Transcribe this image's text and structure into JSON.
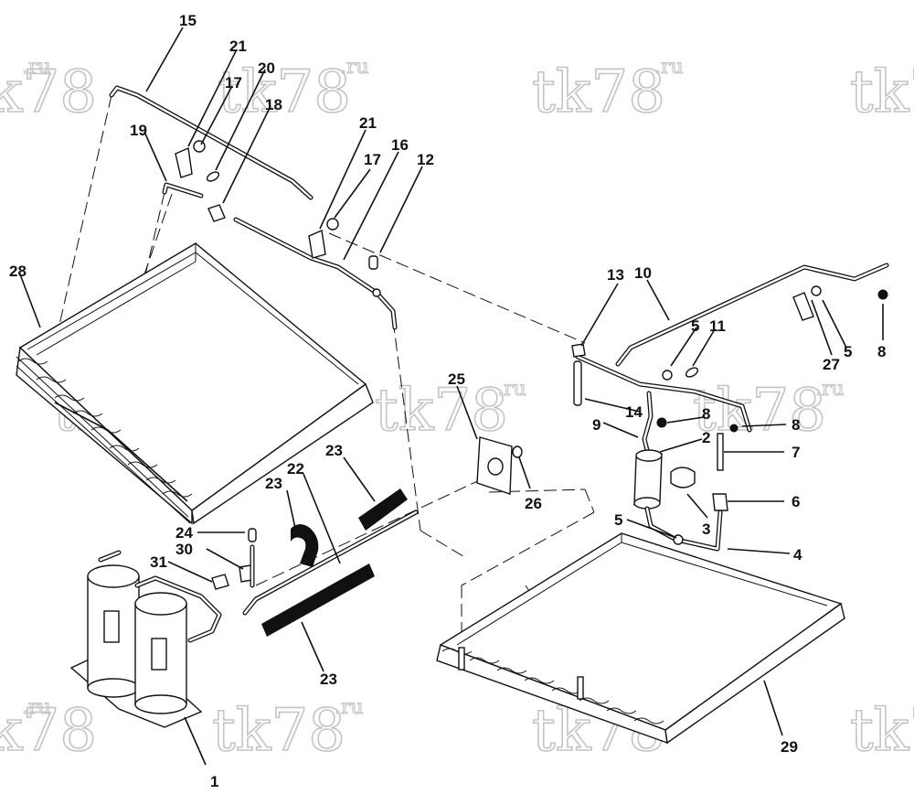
{
  "watermark": {
    "text": "tk78",
    "suffix": ".ru"
  },
  "callouts": [
    {
      "id": "c15",
      "text": "15"
    },
    {
      "id": "c21a",
      "text": "21"
    },
    {
      "id": "c20",
      "text": "20"
    },
    {
      "id": "c17a",
      "text": "17"
    },
    {
      "id": "c18",
      "text": "18"
    },
    {
      "id": "c19",
      "text": "19"
    },
    {
      "id": "c21b",
      "text": "21"
    },
    {
      "id": "c16",
      "text": "16"
    },
    {
      "id": "c17b",
      "text": "17"
    },
    {
      "id": "c12",
      "text": "12"
    },
    {
      "id": "c28",
      "text": "28"
    },
    {
      "id": "c13",
      "text": "13"
    },
    {
      "id": "c10",
      "text": "10"
    },
    {
      "id": "c5a",
      "text": "5"
    },
    {
      "id": "c11",
      "text": "11"
    },
    {
      "id": "c27",
      "text": "27"
    },
    {
      "id": "c5b",
      "text": "5"
    },
    {
      "id": "c8a",
      "text": "8"
    },
    {
      "id": "c14",
      "text": "14"
    },
    {
      "id": "c9",
      "text": "9"
    },
    {
      "id": "c8b",
      "text": "8"
    },
    {
      "id": "c2",
      "text": "2"
    },
    {
      "id": "c8c",
      "text": "8"
    },
    {
      "id": "c7",
      "text": "7"
    },
    {
      "id": "c25",
      "text": "25"
    },
    {
      "id": "c26",
      "text": "26"
    },
    {
      "id": "c23a",
      "text": "23"
    },
    {
      "id": "c23b",
      "text": "23"
    },
    {
      "id": "c22",
      "text": "22"
    },
    {
      "id": "c6",
      "text": "6"
    },
    {
      "id": "c3",
      "text": "3"
    },
    {
      "id": "c5c",
      "text": "5"
    },
    {
      "id": "c4",
      "text": "4"
    },
    {
      "id": "c24",
      "text": "24"
    },
    {
      "id": "c30",
      "text": "30"
    },
    {
      "id": "c31",
      "text": "31"
    },
    {
      "id": "c23c",
      "text": "23"
    },
    {
      "id": "c1",
      "text": "1"
    },
    {
      "id": "c29",
      "text": "29"
    }
  ]
}
